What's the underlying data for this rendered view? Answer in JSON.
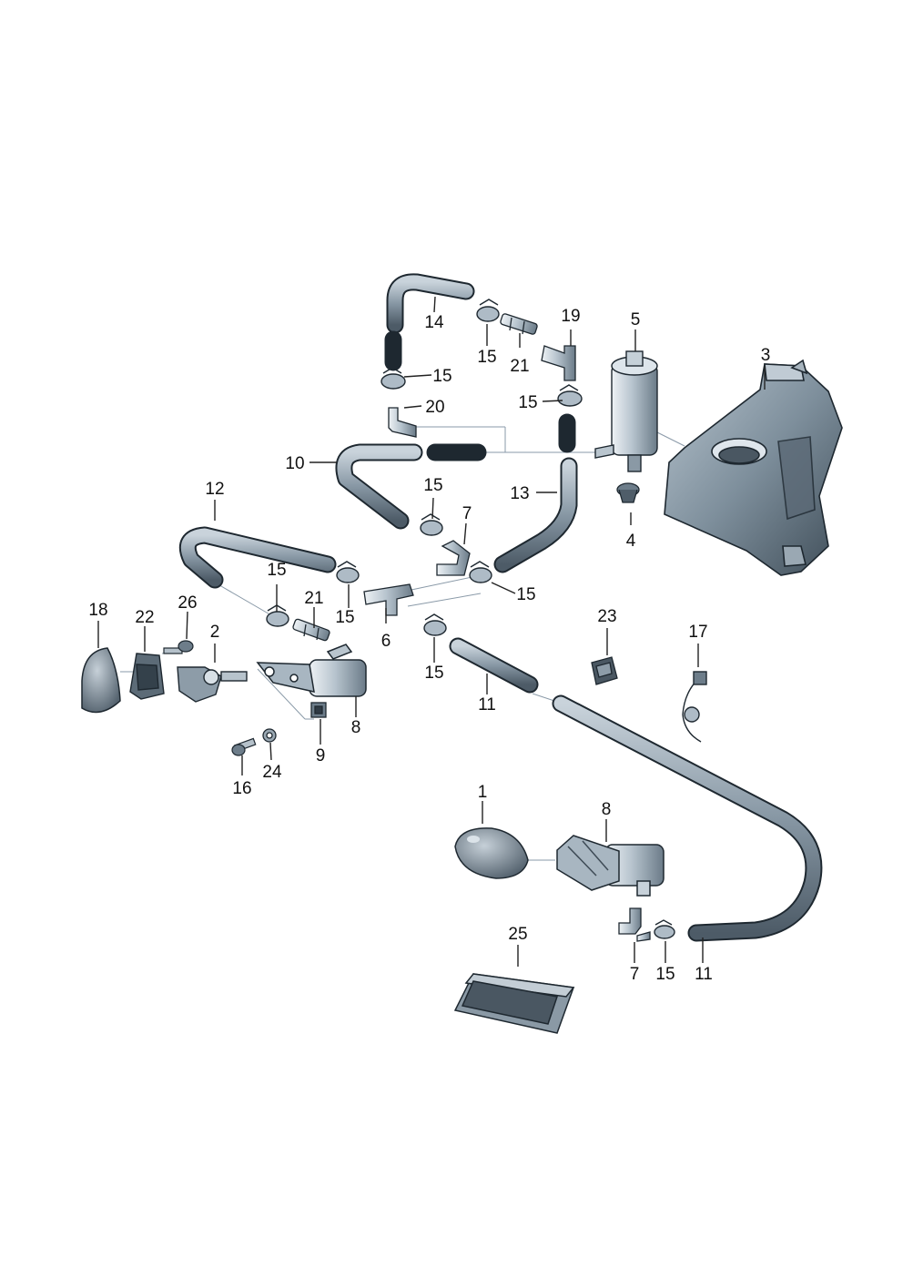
{
  "callouts": [
    {
      "id": "c1",
      "text": "1"
    },
    {
      "id": "c2",
      "text": "2"
    },
    {
      "id": "c3",
      "text": "3"
    },
    {
      "id": "c4",
      "text": "4"
    },
    {
      "id": "c5",
      "text": "5"
    },
    {
      "id": "c6",
      "text": "6"
    },
    {
      "id": "c7a",
      "text": "7"
    },
    {
      "id": "c7b",
      "text": "7"
    },
    {
      "id": "c8a",
      "text": "8"
    },
    {
      "id": "c8b",
      "text": "8"
    },
    {
      "id": "c9",
      "text": "9"
    },
    {
      "id": "c10",
      "text": "10"
    },
    {
      "id": "c11a",
      "text": "11"
    },
    {
      "id": "c11b",
      "text": "11"
    },
    {
      "id": "c12",
      "text": "12"
    },
    {
      "id": "c13",
      "text": "13"
    },
    {
      "id": "c14",
      "text": "14"
    },
    {
      "id": "c15a",
      "text": "15"
    },
    {
      "id": "c15b",
      "text": "15"
    },
    {
      "id": "c15c",
      "text": "15"
    },
    {
      "id": "c15d",
      "text": "15"
    },
    {
      "id": "c15e",
      "text": "15"
    },
    {
      "id": "c15f",
      "text": "15"
    },
    {
      "id": "c15g",
      "text": "15"
    },
    {
      "id": "c15h",
      "text": "15"
    },
    {
      "id": "c15i",
      "text": "15"
    },
    {
      "id": "c16",
      "text": "16"
    },
    {
      "id": "c17",
      "text": "17"
    },
    {
      "id": "c18",
      "text": "18"
    },
    {
      "id": "c19",
      "text": "19"
    },
    {
      "id": "c20",
      "text": "20"
    },
    {
      "id": "c21a",
      "text": "21"
    },
    {
      "id": "c21b",
      "text": "21"
    },
    {
      "id": "c22",
      "text": "22"
    },
    {
      "id": "c23",
      "text": "23"
    },
    {
      "id": "c24",
      "text": "24"
    },
    {
      "id": "c25",
      "text": "25"
    },
    {
      "id": "c26",
      "text": "26"
    }
  ],
  "colors": {
    "part_fill": "#8fa0ad",
    "part_dark": "#3f4c57",
    "part_light": "#d4dde4",
    "outline": "#1e2830"
  }
}
